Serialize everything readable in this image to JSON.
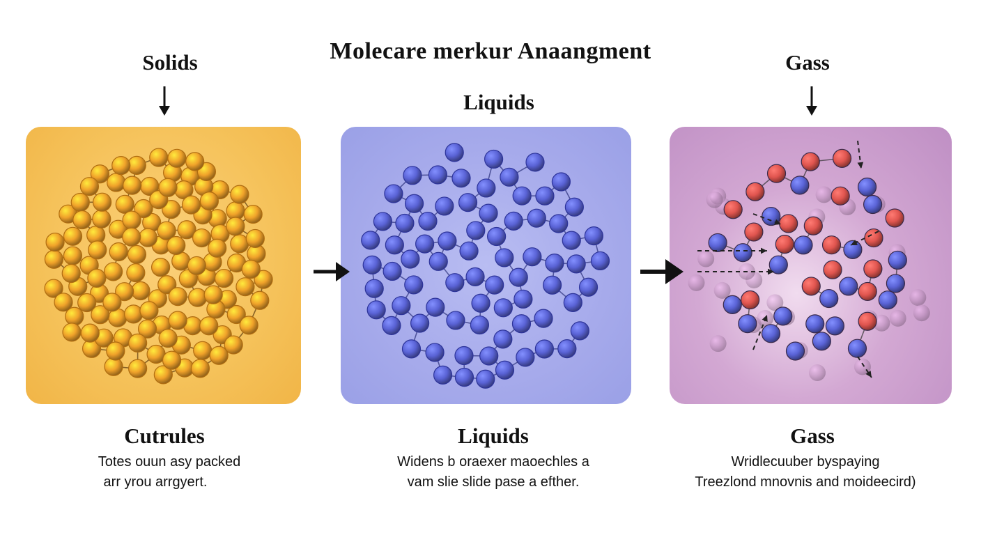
{
  "title": "Molecare merkur  Anaangment",
  "columns": [
    {
      "key": "solid",
      "top_label": "Solids",
      "bottom_title": "Cutrules",
      "desc_line1": "Totes ouun asy packed",
      "desc_line2": "arr yrou arrgyert.",
      "molecule_color": "#f0a22a",
      "panel_color": "#f5c25a"
    },
    {
      "key": "liquid",
      "top_label": "Liquids",
      "bottom_title": "Liquids",
      "desc_line1": "Widens b oraexer maoechles a",
      "desc_line2": "vam slie slide pase a efther.",
      "molecule_color": "#5a63d6",
      "panel_color": "#a6aaeb"
    },
    {
      "key": "gas",
      "top_label": "Gass",
      "bottom_title": "Gass",
      "desc_line1": "Wridlecuuber byspaying",
      "desc_line2": "Treezlond mnovnis and moideecird)",
      "molecule_colors": [
        "#e0554f",
        "#5a63d6"
      ],
      "panel_color": "#c598c9"
    }
  ]
}
